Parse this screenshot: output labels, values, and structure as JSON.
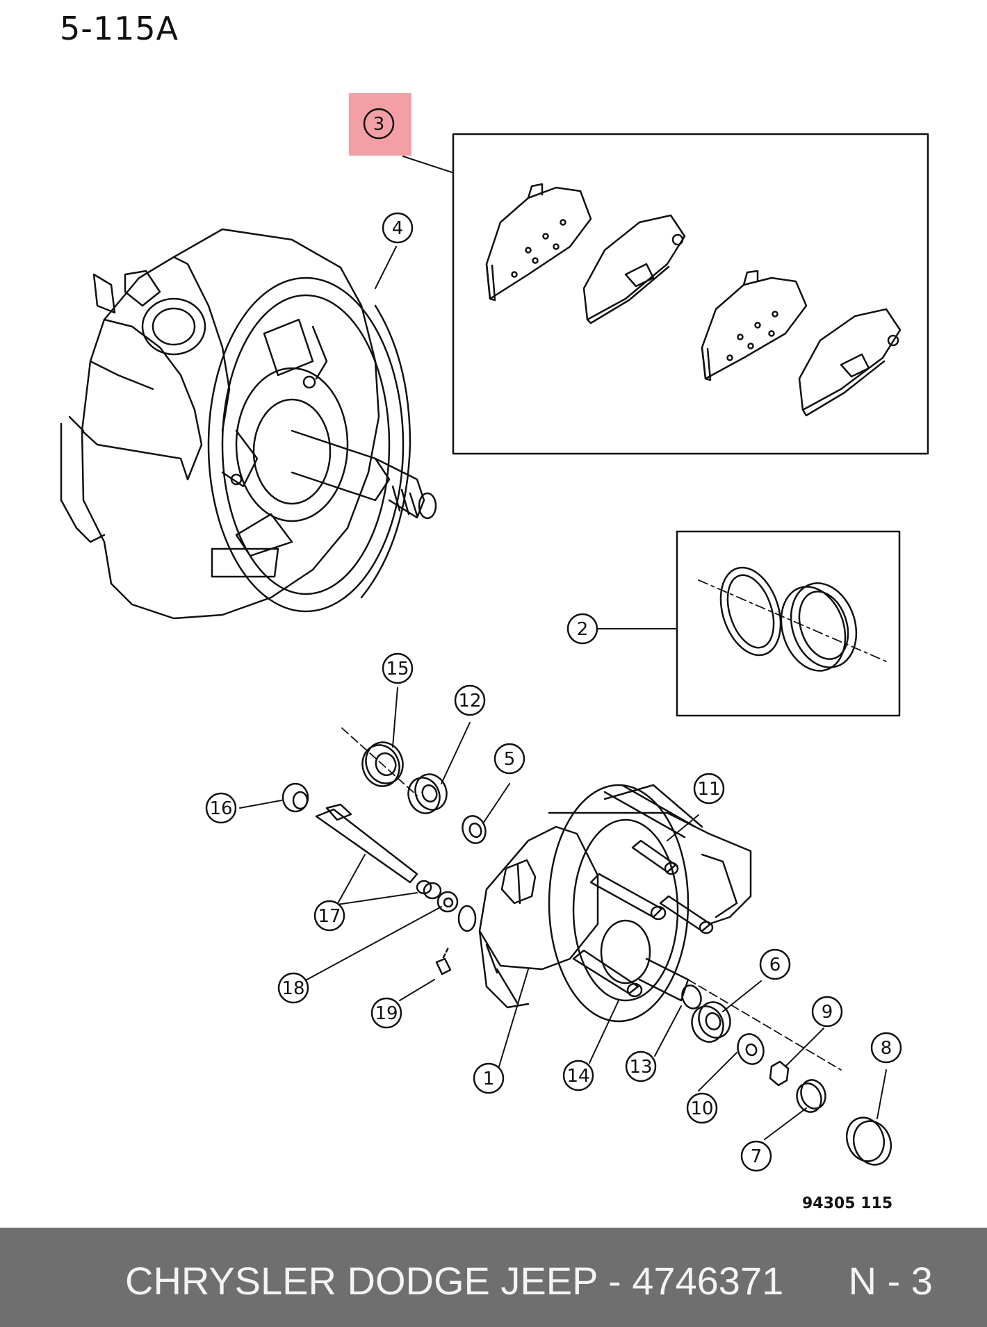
{
  "page": {
    "title": "5-115A",
    "figure_number": "94305  115"
  },
  "footer": {
    "text": "CHRYSLER DODGE JEEP - 4746371      N - 3"
  },
  "callouts": [
    {
      "id": "callout-1",
      "label": "1"
    },
    {
      "id": "callout-2",
      "label": "2"
    },
    {
      "id": "callout-3",
      "label": "3"
    },
    {
      "id": "callout-4",
      "label": "4"
    },
    {
      "id": "callout-5",
      "label": "5"
    },
    {
      "id": "callout-6",
      "label": "6"
    },
    {
      "id": "callout-7",
      "label": "7"
    },
    {
      "id": "callout-8",
      "label": "8"
    },
    {
      "id": "callout-9",
      "label": "9"
    },
    {
      "id": "callout-10",
      "label": "10"
    },
    {
      "id": "callout-11",
      "label": "11"
    },
    {
      "id": "callout-12",
      "label": "12"
    },
    {
      "id": "callout-13",
      "label": "13"
    },
    {
      "id": "callout-14",
      "label": "14"
    },
    {
      "id": "callout-15",
      "label": "15"
    },
    {
      "id": "callout-16",
      "label": "16"
    },
    {
      "id": "callout-17",
      "label": "17"
    },
    {
      "id": "callout-18",
      "label": "18"
    },
    {
      "id": "callout-19",
      "label": "19"
    }
  ],
  "highlight": {
    "callout": "3",
    "color": "#f08f97"
  }
}
